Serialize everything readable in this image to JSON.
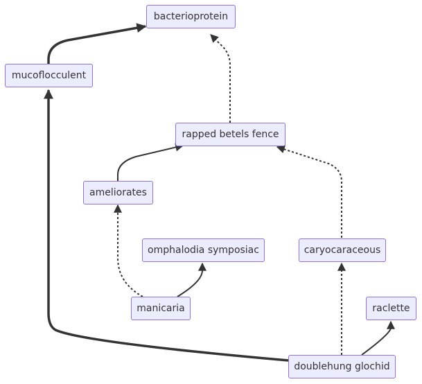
{
  "nodes": {
    "bacterioprotein": "bacterioprotein",
    "mucoflocculent": "mucoflocculent",
    "rapped_betels_fence": "rapped betels fence",
    "ameliorates": "ameliorates",
    "omphalodia_symposiac": "omphalodia symposiac",
    "caryocaraceous": "caryocaraceous",
    "manicaria": "manicaria",
    "raclette": "raclette",
    "doublehung_glochid": "doublehung glochid"
  },
  "edges": [
    {
      "from": "mucoflocculent",
      "to": "bacterioprotein",
      "style": "thick"
    },
    {
      "from": "rapped_betels_fence",
      "to": "bacterioprotein",
      "style": "dotted"
    },
    {
      "from": "ameliorates",
      "to": "rapped_betels_fence",
      "style": "solid"
    },
    {
      "from": "caryocaraceous",
      "to": "rapped_betels_fence",
      "style": "dotted"
    },
    {
      "from": "manicaria",
      "to": "ameliorates",
      "style": "dotted"
    },
    {
      "from": "manicaria",
      "to": "omphalodia_symposiac",
      "style": "solid"
    },
    {
      "from": "doublehung_glochid",
      "to": "mucoflocculent",
      "style": "thick"
    },
    {
      "from": "doublehung_glochid",
      "to": "caryocaraceous",
      "style": "dotted"
    },
    {
      "from": "doublehung_glochid",
      "to": "raclette",
      "style": "solid"
    }
  ],
  "colors": {
    "node_fill": "#ececff",
    "node_border": "#9370db",
    "edge": "#333333",
    "text": "#333333"
  }
}
